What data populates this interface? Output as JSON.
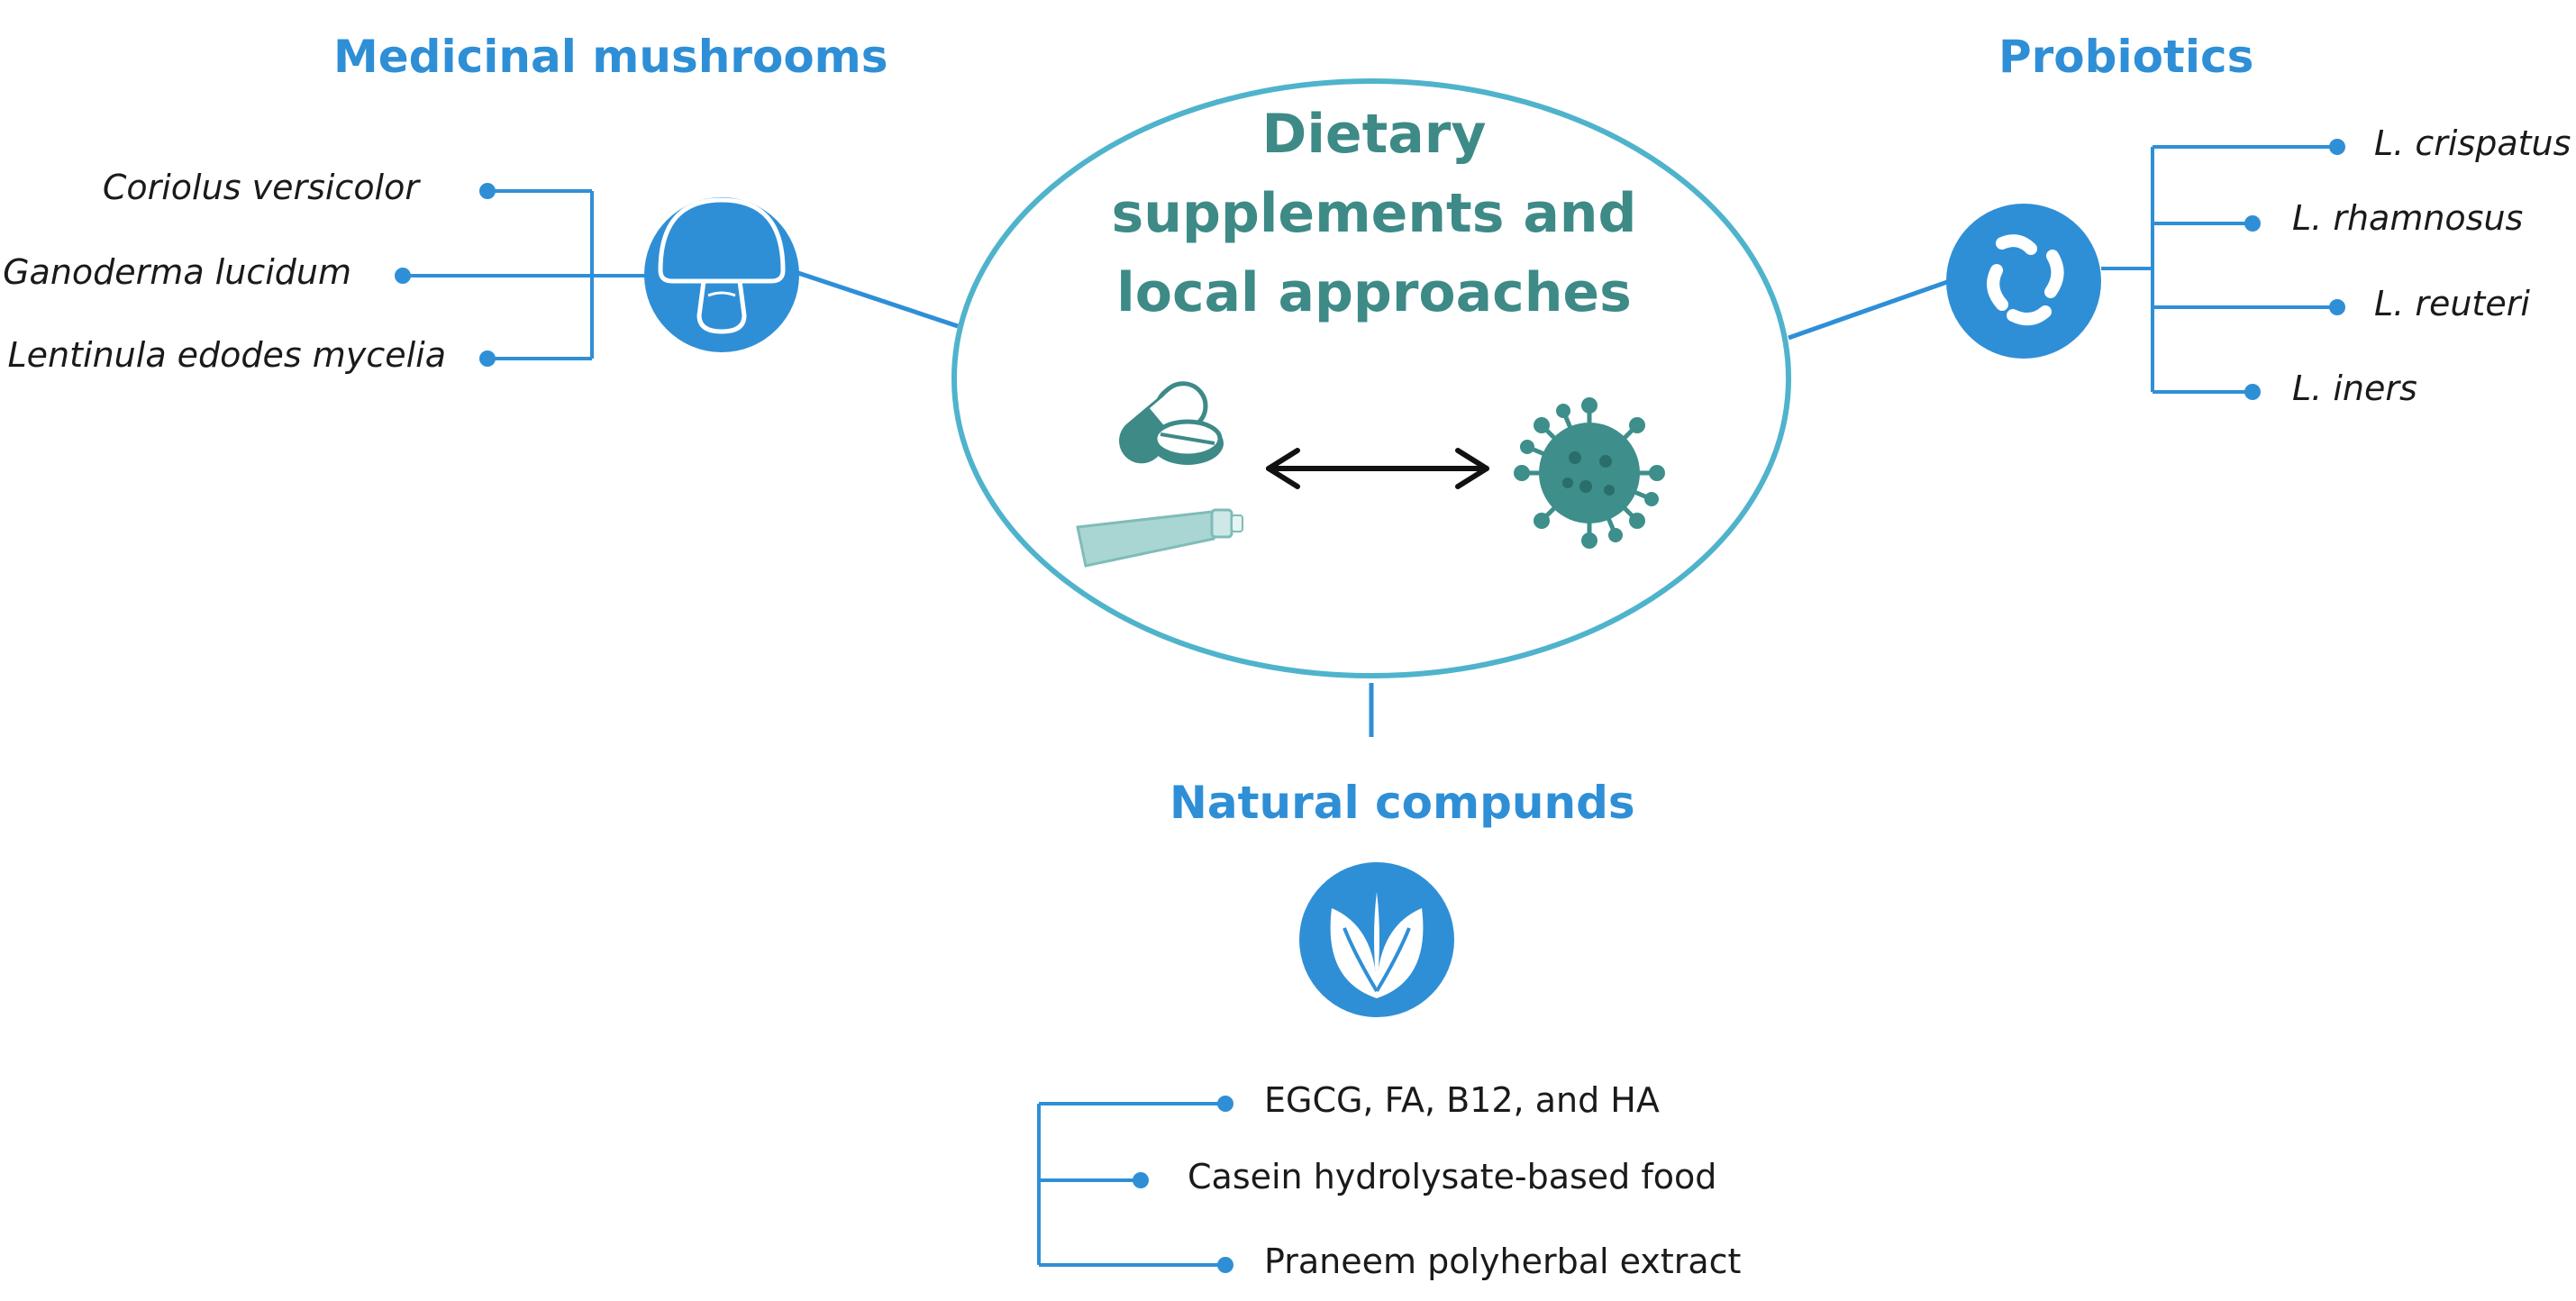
{
  "center": {
    "title_lines": [
      "Dietary",
      "supplements and",
      "local approaches"
    ]
  },
  "groups": {
    "mushrooms": {
      "heading": "Medicinal mushrooms",
      "icon": "mushroom-icon",
      "items": [
        "Coriolus versicolor",
        "Ganoderma lucidum",
        "Lentinula edodes mycelia"
      ]
    },
    "probiotics": {
      "heading": "Probiotics",
      "icon": "bacteria-icon",
      "items": [
        "L. crispatus",
        "L. rhamnosus",
        "L. reuteri",
        "L. iners"
      ]
    },
    "natural": {
      "heading": "Natural compunds",
      "icon": "leaf-icon",
      "items": [
        "EGCG, FA, B12, and HA",
        "Casein hydrolysate-based food",
        "Praneem polyherbal extract"
      ]
    }
  },
  "icons": {
    "pills": "pills-icon",
    "cream_tube": "cream-tube-icon",
    "virus": "virus-icon",
    "arrow": "double-arrow-icon"
  },
  "colors": {
    "accent_blue": "#2f8fd6",
    "ellipse": "#4fb3cc",
    "teal_text": "#3d8a87",
    "virus": "#3e8e8b"
  }
}
